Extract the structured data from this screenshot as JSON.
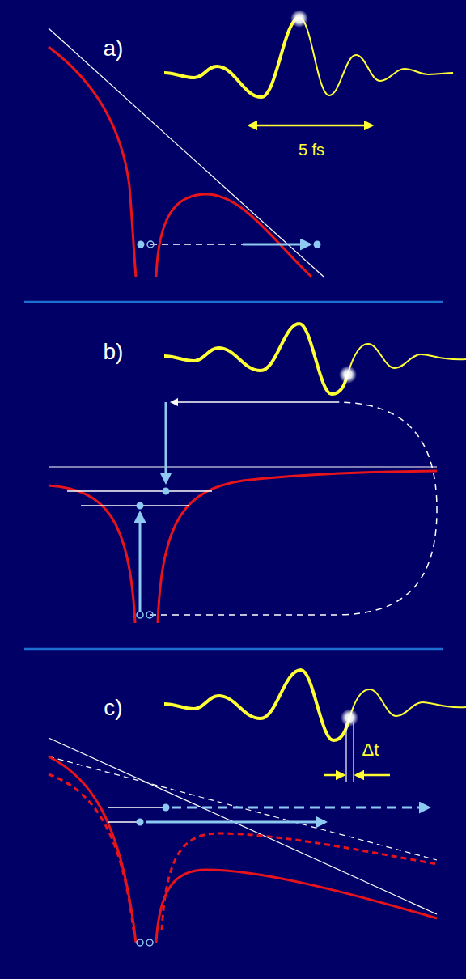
{
  "diagram": {
    "labels": [
      "a)",
      "5 fs",
      "b)",
      "c)",
      "Δt"
    ]
  }
}
